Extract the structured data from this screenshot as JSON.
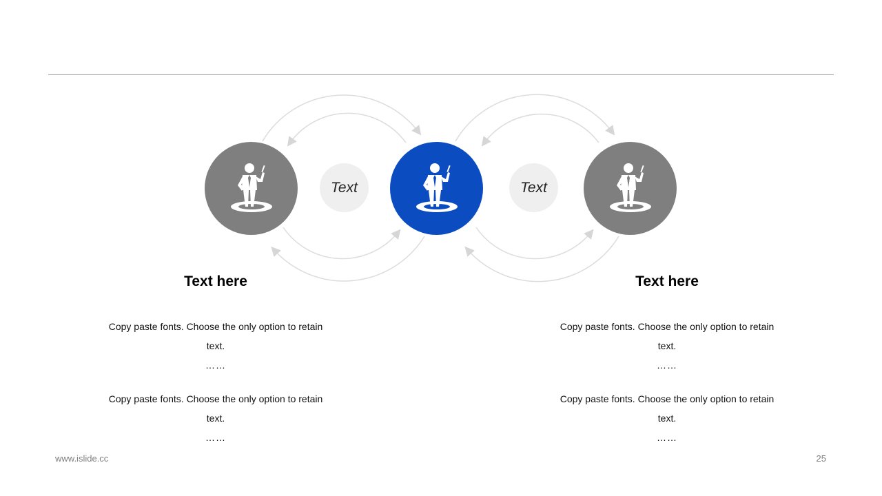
{
  "colors": {
    "accent": "#0c4cc1",
    "node_gray": "#7f7f7f",
    "pill_bg": "#efefef",
    "arc": "#d9d9d9"
  },
  "nodes": [
    {
      "icon": "person-on-target-icon",
      "color": "#7f7f7f"
    },
    {
      "icon": "person-on-target-icon",
      "color": "#0c4cc1"
    },
    {
      "icon": "person-on-target-icon",
      "color": "#7f7f7f"
    }
  ],
  "connectors": [
    {
      "label": "Text"
    },
    {
      "label": "Text"
    }
  ],
  "columns": [
    {
      "heading": "Text here",
      "paragraphs": [
        {
          "line1": "Copy paste fonts. Choose the only option to retain",
          "line2": "text.",
          "ellipsis": "……"
        },
        {
          "line1": "Copy paste fonts. Choose the only option to retain",
          "line2": "text.",
          "ellipsis": "……"
        }
      ]
    },
    {
      "heading": "Text here",
      "paragraphs": [
        {
          "line1": "Copy paste fonts. Choose the only option to retain",
          "line2": "text.",
          "ellipsis": "……"
        },
        {
          "line1": "Copy paste fonts. Choose the only option to retain",
          "line2": "text.",
          "ellipsis": "……"
        }
      ]
    }
  ],
  "footer": {
    "website": "www.islide.cc",
    "page_number": "25"
  }
}
